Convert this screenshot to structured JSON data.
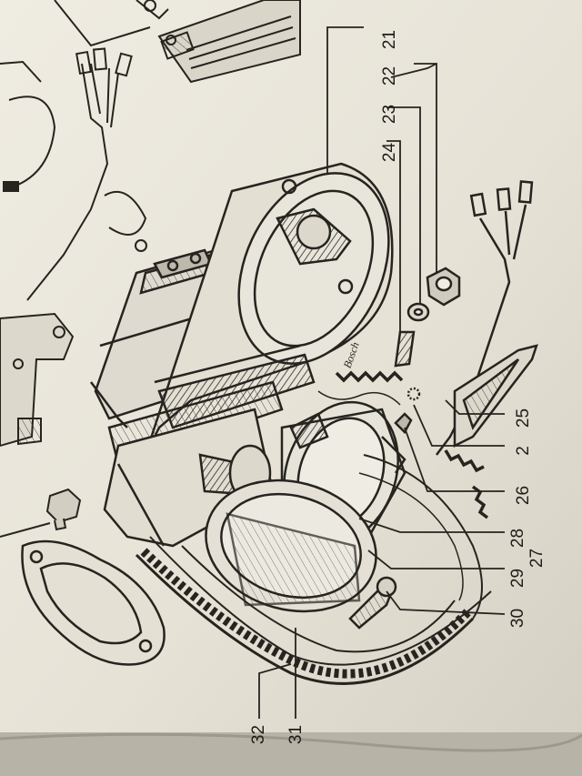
{
  "diagram": {
    "part_numbers": [
      "21",
      "22",
      "23",
      "24",
      "25",
      "2",
      "26",
      "28",
      "27",
      "29",
      "30",
      "32",
      "31"
    ],
    "brand_mark": "Bosch"
  },
  "colors": {
    "paper": "#e9e6db",
    "paper_shadow": "#b9b5a8",
    "ink": "#26241f"
  }
}
